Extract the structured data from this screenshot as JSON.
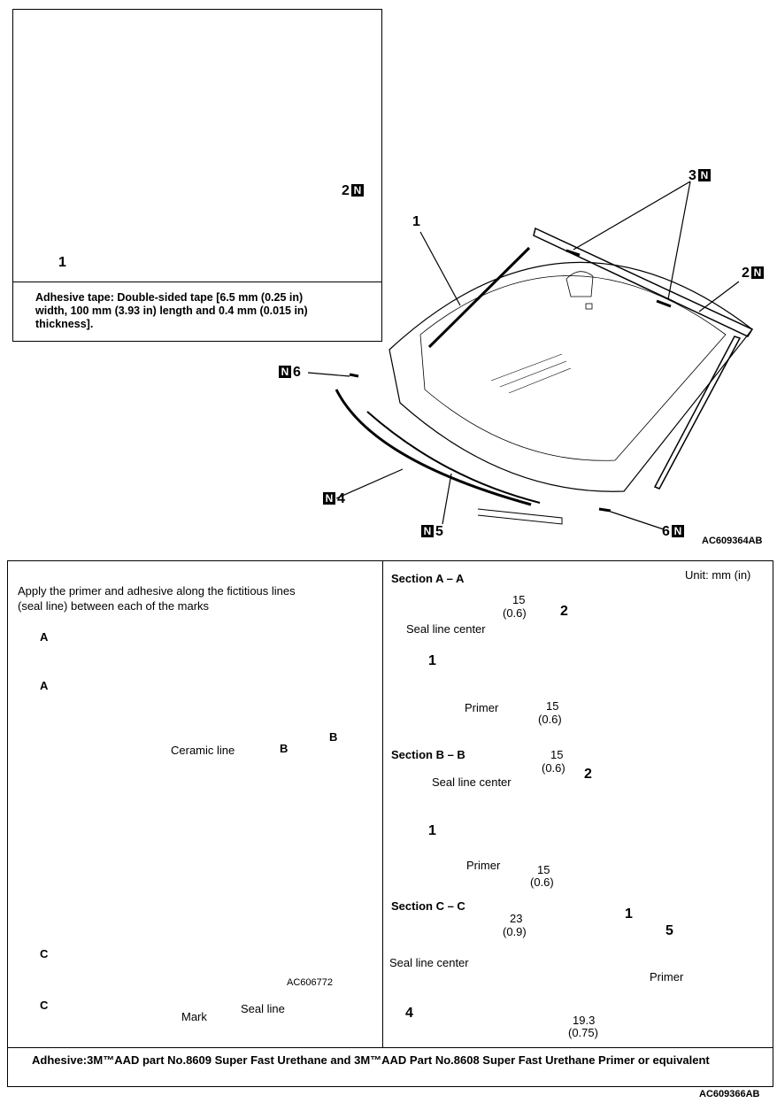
{
  "top_inset": {
    "adhesive_note": "Adhesive tape: Double-sided tape [6.5 mm (0.25 in) width, 100 mm (3.93 in) length and 0.4 mm (0.015 in) thickness].",
    "label_1": "1",
    "label_2": "2"
  },
  "exploded": {
    "label_1": "1",
    "label_2": "2",
    "label_3": "3",
    "label_4": "4",
    "label_5": "5",
    "label_6_left": "6",
    "label_6_right": "6",
    "new_part_badge": "N",
    "figure_code": "AC609364AB"
  },
  "procedure": {
    "unit": "Unit: mm (in)",
    "instruction_line1": "Apply the primer and adhesive along the fictitious lines",
    "instruction_line2": "(seal line) between each of the marks",
    "label_A": "A",
    "label_B": "B",
    "label_C": "C",
    "ceramic_line": "Ceramic line",
    "mark": "Mark",
    "seal_line": "Seal line",
    "overview_code": "AC606772",
    "section_a": {
      "title": "Section A – A",
      "dim_top": "15",
      "dim_top_in": "(0.6)",
      "dim_bottom": "15",
      "dim_bottom_in": "(0.6)",
      "seal_line_center": "Seal line center",
      "primer": "Primer",
      "label_1": "1",
      "label_2": "2"
    },
    "section_b": {
      "title": "Section B – B",
      "dim_top": "15",
      "dim_top_in": "(0.6)",
      "dim_bottom": "15",
      "dim_bottom_in": "(0.6)",
      "seal_line_center": "Seal line center",
      "primer": "Primer",
      "label_1": "1",
      "label_2": "2"
    },
    "section_c": {
      "title": "Section C – C",
      "dim_top": "23",
      "dim_top_in": "(0.9)",
      "dim_bottom": "19.3",
      "dim_bottom_in": "(0.75)",
      "seal_line_center": "Seal line center",
      "primer": "Primer",
      "label_1": "1",
      "label_4": "4",
      "label_5": "5"
    },
    "adhesive_note": "Adhesive:3M™AAD part No.8609 Super Fast Urethane and 3M™AAD Part No.8608 Super Fast Urethane Primer or equivalent",
    "figure_code": "AC609366AB"
  }
}
